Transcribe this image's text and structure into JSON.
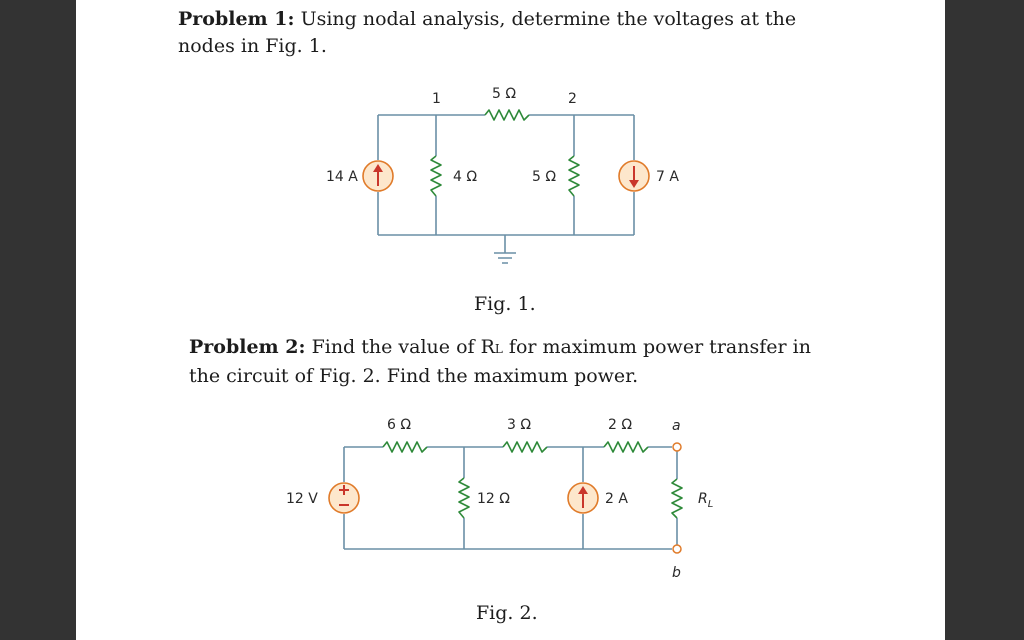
{
  "problem1": {
    "label": "Problem 1:",
    "text_line1": "Using nodal analysis, determine the voltages at the",
    "text_line2": "nodes in Fig. 1."
  },
  "fig1": {
    "caption": "Fig. 1.",
    "node1": "1",
    "node2": "2",
    "r_top": "5 Ω",
    "r_left": "4 Ω",
    "r_right": "5 Ω",
    "source_left": "14 A",
    "source_right": "7 A"
  },
  "problem2": {
    "label": "Problem 2:",
    "text_pre": "Find the value of R",
    "text_sub": "L",
    "text_post": " for maximum power transfer in",
    "text_line2": "the circuit of Fig. 2. Find the maximum power."
  },
  "fig2": {
    "caption": "Fig. 2.",
    "r1": "6 Ω",
    "r2": "3 Ω",
    "r3": "2 Ω",
    "r_mid": "12 Ω",
    "voltage_source": "12 V",
    "current_source": "2 A",
    "terminal_a": "a",
    "terminal_b": "b",
    "load_label": "R",
    "load_sub": "L"
  }
}
